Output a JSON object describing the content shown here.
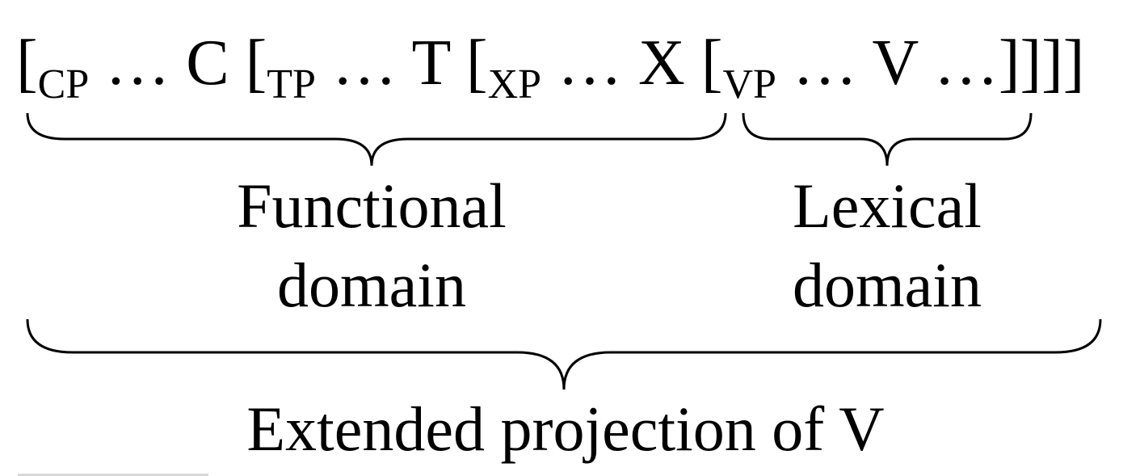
{
  "structure": {
    "pieces": [
      {
        "bracket": "[",
        "sub": "CP",
        "text": " … C "
      },
      {
        "bracket": "[",
        "sub": "TP",
        "text": " … T "
      },
      {
        "bracket": "[",
        "sub": "XP",
        "text": " … X "
      },
      {
        "bracket": "[",
        "sub": "VP",
        "text": " … V …]]]]"
      }
    ]
  },
  "labels": {
    "functional_line1": "Functional",
    "functional_line2": "domain",
    "lexical_line1": "Lexical",
    "lexical_line2": "domain",
    "extended": "Extended projection of V"
  },
  "colors": {
    "ink": "#000000",
    "background": "#ffffff"
  }
}
